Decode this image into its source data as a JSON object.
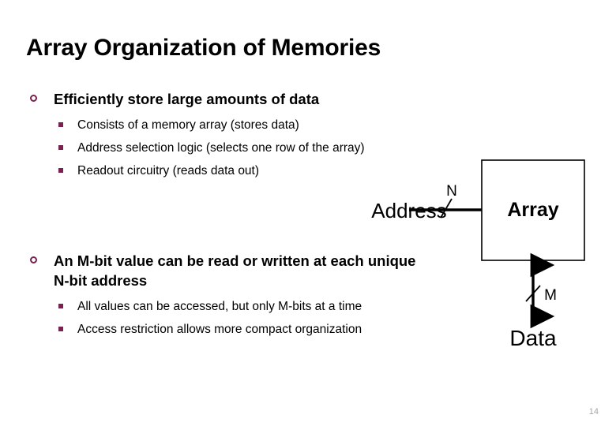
{
  "slide": {
    "title": "Array Organization of Memories",
    "page_number": "14",
    "colors": {
      "bullet_level1": "#7b2150",
      "bullet_level2": "#7b2150",
      "text": "#000000",
      "background": "#ffffff",
      "page_number": "#a6a6a6",
      "diagram_stroke": "#000000"
    },
    "bullets": [
      {
        "level": 1,
        "text": "Efficiently store large amounts of data",
        "marker": "hollow-circle"
      },
      {
        "level": 2,
        "text": "Consists of a memory array (stores data)",
        "marker": "filled-square"
      },
      {
        "level": 2,
        "text": "Address selection logic (selects one row of the array)",
        "marker": "filled-square"
      },
      {
        "level": 2,
        "text": "Readout circuitry (reads data out)",
        "marker": "filled-square"
      },
      {
        "level": 1,
        "text": "An M-bit value can be read or written at each unique N-bit address",
        "marker": "hollow-circle"
      },
      {
        "level": 2,
        "text": "All values can be accessed, but only M-bits at a time",
        "marker": "filled-square"
      },
      {
        "level": 2,
        "text": "Access restriction allows more compact organization",
        "marker": "filled-square"
      }
    ]
  },
  "diagram": {
    "block_label": "Array",
    "input_label": "Address",
    "input_bus_width": "N",
    "output_label": "Data",
    "output_bus_width": "M"
  }
}
